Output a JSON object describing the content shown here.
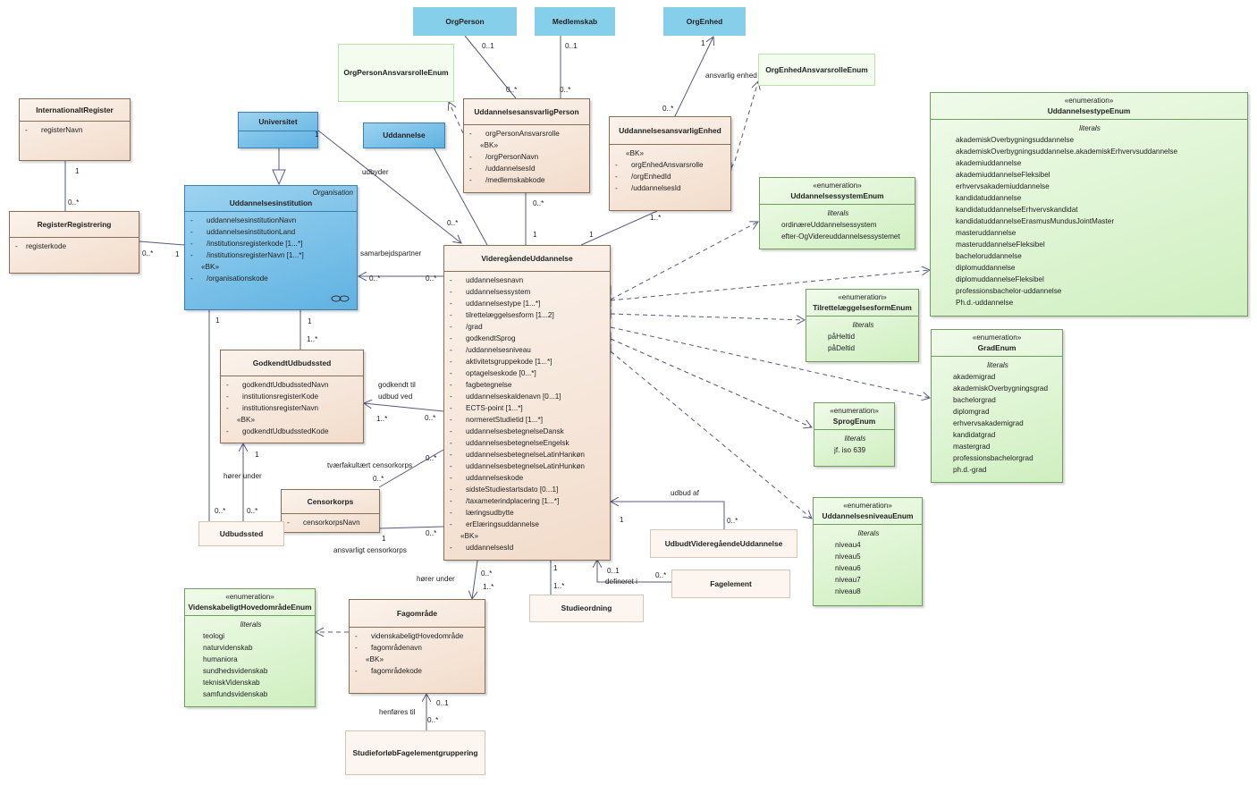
{
  "classes": {
    "orgPerson": {
      "name": "OrgPerson"
    },
    "medlemskab": {
      "name": "Medlemskab"
    },
    "orgEnhed": {
      "name": "OrgEnhed"
    },
    "orgPersonAnsvarsrolleEnum": {
      "name": "OrgPersonAnsvarsrolleEnum"
    },
    "orgEnhedAnsvarsrolleEnum": {
      "name": "OrgEnhedAnsvarsrolleEnum"
    },
    "internationaltRegister": {
      "name": "InternationaltRegister",
      "attributes": [
        {
          "vis": "-",
          "text": "registerNavn"
        }
      ]
    },
    "registerRegistrering": {
      "name": "RegisterRegistrering",
      "attributes": [
        {
          "vis": "-",
          "text": "registerkode"
        }
      ]
    },
    "universitet": {
      "name": "Universitet"
    },
    "uddannelse": {
      "name": "Uddannelse"
    },
    "uddannelsesinstitution": {
      "tag": "Organisation",
      "name": "Uddannelsesinstitution",
      "attributes": [
        {
          "vis": "-",
          "text": "uddannelsesinstitutionNavn"
        },
        {
          "vis": "-",
          "text": "uddannelsesinstitutionLand"
        },
        {
          "vis": "-",
          "text": "/institutionsregisterkode [1...*]"
        },
        {
          "vis": "-",
          "text": "/institutionsregisterNavn [1...*]"
        }
      ],
      "bk_label": "«BK»",
      "bk": [
        {
          "vis": "-",
          "text": "/organisationskode"
        }
      ]
    },
    "uddannelsesansvarligPerson": {
      "name": "UddannelsesansvarligPerson",
      "attributes": [
        {
          "vis": "-",
          "text": "orgPersonAnsvarsrolle"
        }
      ],
      "bk_label": "«BK»",
      "bk": [
        {
          "vis": "-",
          "text": "/orgPersonNavn"
        },
        {
          "vis": "-",
          "text": "/uddannelsesId"
        },
        {
          "vis": "-",
          "text": "/medlemskabkode"
        }
      ]
    },
    "uddannelsesansvarligEnhed": {
      "name": "UddannelsesansvarligEnhed",
      "bk_label": "«BK»",
      "bk": [
        {
          "vis": "-",
          "text": "orgEnhedAnsvarsrolle"
        },
        {
          "vis": "-",
          "text": "/orgEnhedId"
        },
        {
          "vis": "-",
          "text": "/uddannelsesId"
        }
      ]
    },
    "godkendtUdbudssted": {
      "name": "GodkendtUdbudssted",
      "attributes": [
        {
          "vis": "-",
          "text": "godkendtUdbudsstedNavn"
        },
        {
          "vis": "-",
          "text": "institutionsregisterKode"
        },
        {
          "vis": "-",
          "text": "institutionsregisterNavn"
        }
      ],
      "bk_label": "«BK»",
      "bk": [
        {
          "vis": "-",
          "text": "godkendtUdbudsstedKode"
        }
      ]
    },
    "censorkorps": {
      "name": "Censorkorps",
      "attributes": [
        {
          "vis": "-",
          "text": "censorkorpsNavn"
        }
      ]
    },
    "udbudssted": {
      "name": "Udbudssted"
    },
    "videregaaendeUddannelse": {
      "name": "VideregåendeUddannelse",
      "attributes": [
        {
          "vis": "-",
          "text": "uddannelsesnavn"
        },
        {
          "vis": "-",
          "text": "uddannelsessystem"
        },
        {
          "vis": "-",
          "text": "uddannelsestype [1...*]"
        },
        {
          "vis": "-",
          "text": "tilrettelæggelsesform [1...2]"
        },
        {
          "vis": "-",
          "text": "/grad"
        },
        {
          "vis": "-",
          "text": "godkendtSprog"
        },
        {
          "vis": "-",
          "text": "/uddannelsesniveau"
        },
        {
          "vis": "-",
          "text": "aktivitetsgruppekode [1...*]"
        },
        {
          "vis": "-",
          "text": "optagelseskode [0...*]"
        },
        {
          "vis": "-",
          "text": "fagbetegnelse"
        },
        {
          "vis": "-",
          "text": "uddannelseskaldenavn [0...1]"
        },
        {
          "vis": "-",
          "text": "ECTS-point [1...*]"
        },
        {
          "vis": "-",
          "text": "normeretStudietid [1...*]"
        },
        {
          "vis": "-",
          "text": "uddannelsesbetegnelseDansk"
        },
        {
          "vis": "-",
          "text": "uddannelsesbetegnelseEngelsk"
        },
        {
          "vis": "-",
          "text": "uddannelsesbetegnelseLatinHankøn"
        },
        {
          "vis": "-",
          "text": "uddannelsesbetegnelseLatinHunkøn"
        },
        {
          "vis": "-",
          "text": "uddannelseskode"
        },
        {
          "vis": "-",
          "text": "sidsteStudiestartsdato [0...1]"
        },
        {
          "vis": "-",
          "text": "/taxameterindplacering [1...*]"
        },
        {
          "vis": "-",
          "text": "læringsudbytte"
        },
        {
          "vis": "-",
          "text": "erElæringsuddannelse"
        }
      ],
      "bk_label": "«BK»",
      "bk": [
        {
          "vis": "-",
          "text": "uddannelsesId"
        }
      ]
    },
    "udbudtVideregaaendeUddannelse": {
      "name": "UdbudtVideregåendeUddannelse"
    },
    "fagelement": {
      "name": "Fagelement"
    },
    "studieordning": {
      "name": "Studieordning"
    },
    "fagomraade": {
      "name": "Fagområde",
      "attributes": [
        {
          "vis": "-",
          "text": "videnskabeligtHovedområde"
        },
        {
          "vis": "-",
          "text": "fagområdenavn"
        }
      ],
      "bk_label": "«BK»",
      "bk": [
        {
          "vis": "-",
          "text": "fagområdekode"
        }
      ]
    },
    "studieforloebFagelementgruppering": {
      "name": "StudieforløbFagelementgruppering"
    },
    "videnskabeligtHovedomraadeEnum": {
      "stereotype": "«enumeration»",
      "name": "VidenskabeligtHovedområdeEnum",
      "literals_label": "literals",
      "literals": [
        "teologi",
        "naturvidenskab",
        "humaniora",
        "sundhedsvidenskab",
        "tekniskVidenskab",
        "samfundsvidenskab"
      ]
    },
    "uddannelsestypeEnum": {
      "stereotype": "«enumeration»",
      "name": "UddannelsestypeEnum",
      "literals_label": "literals",
      "literals": [
        "akademiskOverbygningsuddannelse",
        "akademiskOverbygningsuddannelse.akademiskErhvervsuddannelse",
        "akademiuddannelse",
        "akademiuddannelseFleksibel",
        "erhvervsakademiuddannelse",
        "kandidatuddannelse",
        "kandidatuddannelseErhvervskandidat",
        "kandidatuddannelseErasmusMundusJointMaster",
        "masteruddannelse",
        "masteruddannelseFleksibel",
        "bacheloruddannelse",
        "diplomuddannelse",
        "diplomuddannelseFleksibel",
        "professionsbachelor-uddannelse",
        "Ph.d.-uddannelse"
      ]
    },
    "uddannelsessystemEnum": {
      "stereotype": "«enumeration»",
      "name": "UddannelsessystemEnum",
      "literals_label": "literals",
      "literals": [
        "ordinæreUddannelsessystem",
        "efter-OgVidereuddannelsessystemet"
      ]
    },
    "tilrettelaeggelsesformEnum": {
      "stereotype": "«enumeration»",
      "name": "TilrettelæggelsesformEnum",
      "literals_label": "literals",
      "literals": [
        "påHeltid",
        "påDeltid"
      ]
    },
    "gradEnum": {
      "stereotype": "«enumeration»",
      "name": "GradEnum",
      "literals_label": "literals",
      "literals": [
        "akademigrad",
        "akademiskOverbygningsgrad",
        "bachelorgrad",
        "diplomgrad",
        "erhvervsakademigrad",
        "kandidatgrad",
        "mastergrad",
        "professionsbachelorgrad",
        "ph.d.-grad"
      ]
    },
    "sprogEnum": {
      "stereotype": "«enumeration»",
      "name": "SprogEnum",
      "literals_label": "literals",
      "literals": [
        "jf. iso 639"
      ]
    },
    "uddannelsesniveauEnum": {
      "stereotype": "«enumeration»",
      "name": "UddannelsesniveauEnum",
      "literals_label": "literals",
      "literals": [
        "niveau4",
        "niveau5",
        "niveau6",
        "niveau7",
        "niveau8"
      ]
    }
  },
  "labels": {
    "m_orgperson": "0..1",
    "m_orgperson_b": "0..*",
    "m_medlemskab": "0..1",
    "m_medlemskab_b": "0..*",
    "m_orgenhed": "1",
    "m_orgenhed_b": "0..*",
    "ansvarlig_enhed": "ansvarlig enhed",
    "m_internat": "1",
    "m_regreg": "0..*",
    "m_regreg_right": "0..*",
    "m_inst_left": "1",
    "m_univ": "1",
    "udbyder": "udbyder",
    "m_udbyder_vu": "0..*",
    "m_person_vu": "0..*",
    "m_vu_person": "1",
    "m_vu_enhed": "1",
    "m_enhed_vu": "1..*",
    "samarbejdspartner": "samarbejdspartner",
    "m_samarb_inst": "0..*",
    "m_samarb_vu": "0..*",
    "m_inst_godk": "1",
    "m_godk_inst": "1..*",
    "m_inst_udbudssted": "1",
    "godkendt_til": "godkendt til",
    "udbud_ved": "udbud ved",
    "m_godk_vu_a": "1..*",
    "m_godk_vu_b": "0..*",
    "tvaerfakultaert": "tværfakultært censorkorps",
    "m_tvaer_vu": "0..*",
    "m_tvaer_cens": "0..*",
    "m_godk_udbud": "1",
    "hoerer_under": "hører under",
    "m_udbudssted_a": "0..*",
    "m_udbudssted_b": "0..*",
    "m_cens_vu_a": "1",
    "m_cens_vu_b": "0..*",
    "ansvarligt_censorkorps": "ansvarligt censorkorps",
    "udbud_af": "udbud af",
    "m_udbud_vu": "1",
    "m_udbud_udbudt": "0..*",
    "hoerer_under_2": "hører under",
    "m_fag_vu_a": "0..*",
    "m_fag_vu_b": "1..*",
    "m_studieord_a": "1",
    "m_studieord_b": "1..*",
    "m_fagel_a": "0..1",
    "m_fagel_b": "0..*",
    "defineret_i": "defineret i",
    "henfoeres_til": "henføres til",
    "m_henf_a": "0..1",
    "m_henf_b": "0..*"
  }
}
